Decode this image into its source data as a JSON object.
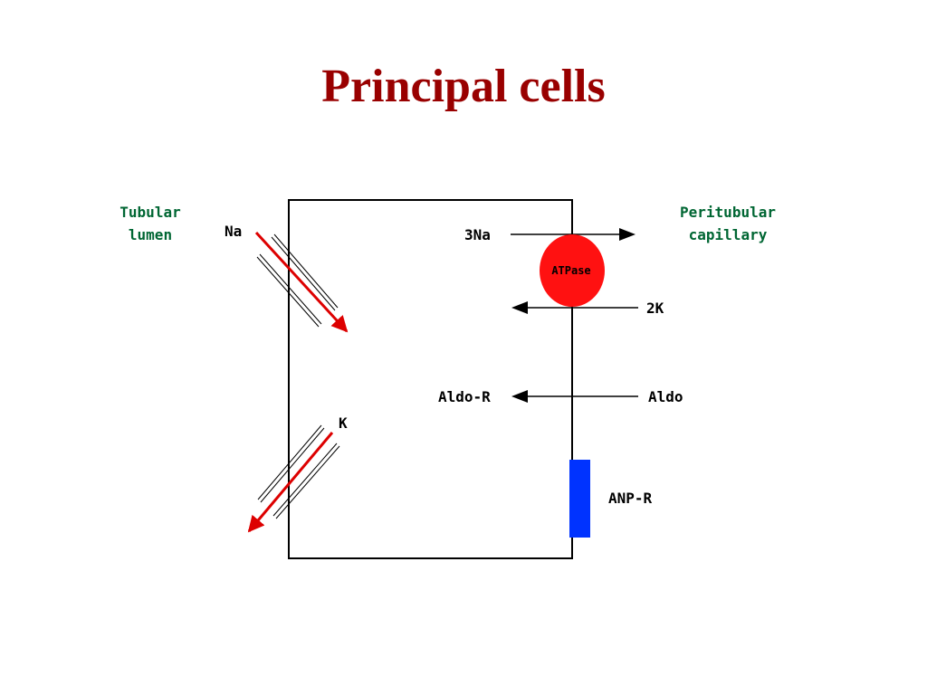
{
  "slide": {
    "title": "Principal cells"
  },
  "diagram": {
    "lumen_label": [
      "Tubular",
      "lumen"
    ],
    "capillary_label": [
      "Peritubular",
      "capillary"
    ],
    "na_channel_label": "Na",
    "k_channel_label": "K",
    "pump_na_label": "3Na",
    "pump_k_label": "2K",
    "pump_label": "ATPase",
    "aldo_label": "Aldo",
    "aldo_receptor_label": "Aldo-R",
    "anp_receptor_label": "ANP-R"
  },
  "colors": {
    "title": "#990000",
    "side_labels": "#006633",
    "channel_arrows": "#dd0000",
    "pump": "#ff1111",
    "anp_receptor": "#0033ff"
  }
}
